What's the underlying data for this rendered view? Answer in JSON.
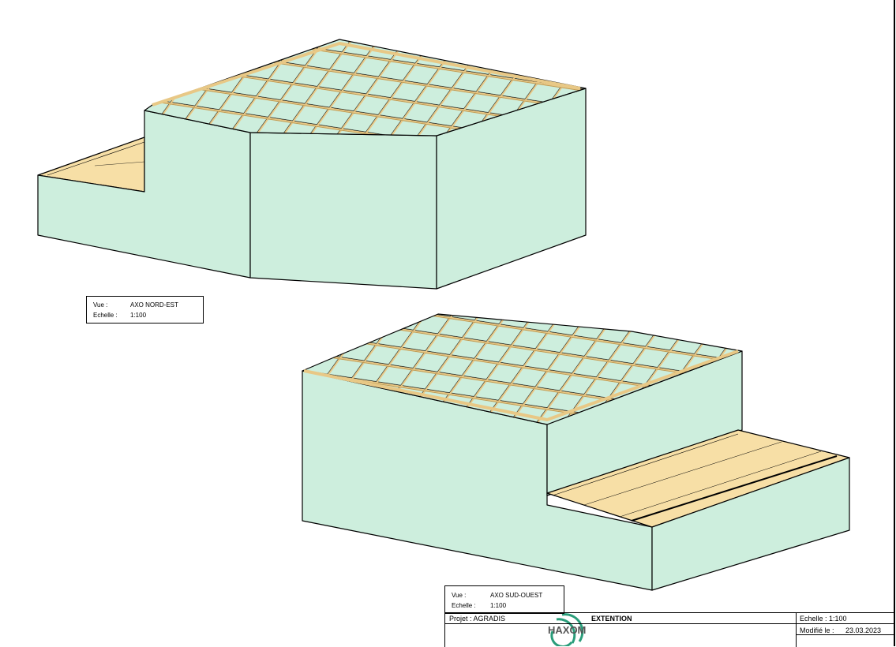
{
  "colors": {
    "wall": "#cdeedd",
    "wood": "#f7dfa6",
    "line": "#000000"
  },
  "view_ne": {
    "vue_label": "Vue :",
    "vue_value": "AXO NORD-EST",
    "echelle_label": "Echelle :",
    "echelle_value": "1:100"
  },
  "view_so": {
    "vue_label": "Vue :",
    "vue_value": "AXO SUD-OUEST",
    "echelle_label": "Echelle :",
    "echelle_value": "1:100"
  },
  "title_block": {
    "projet": "Projet : AGRADIS",
    "title": "EXTENTION",
    "echelle": "Echelle : 1:100",
    "modifie_label": "Modifié le :",
    "modifie_value": "23.03.2023",
    "logo": "HAXOM"
  }
}
